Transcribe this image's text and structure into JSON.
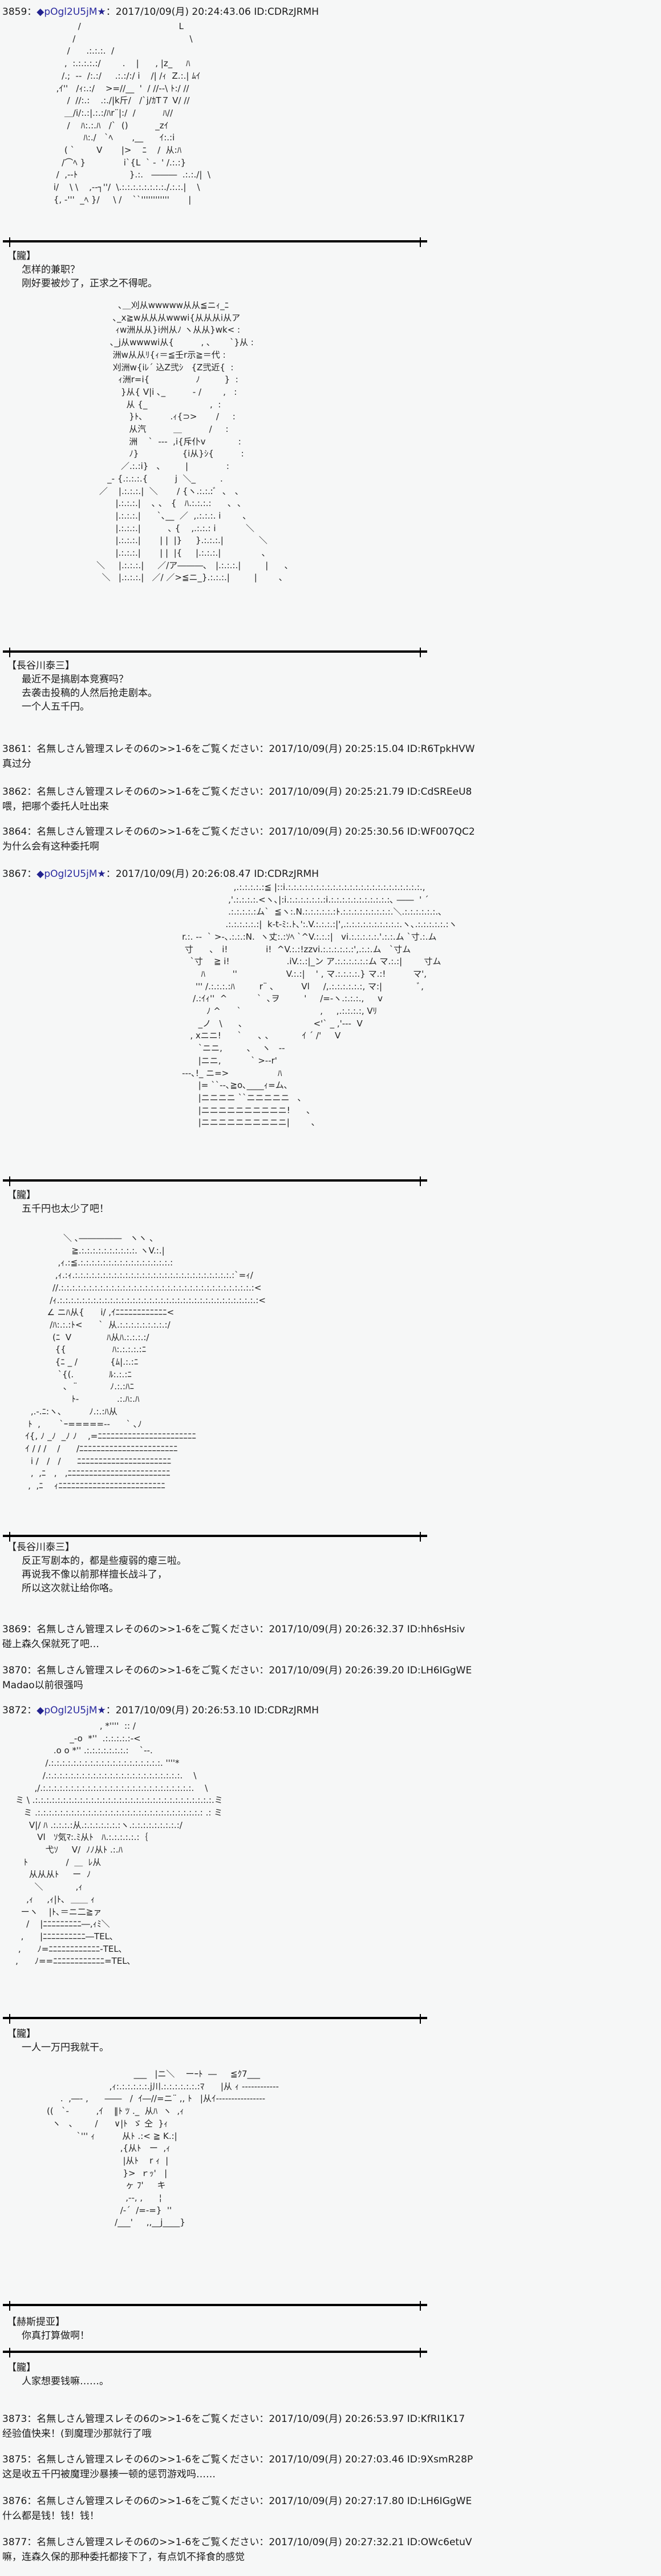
{
  "colors": {
    "background": "#f6f7f7",
    "trip": "#2b2ba0",
    "separator": "#000000"
  },
  "posts": [
    {
      "num": "3859",
      "sep": "：",
      "trip_mark": "◆",
      "trip": "pOgl2U5jM",
      "star": "★",
      "sep2": "：",
      "date": "2017/10/09(月) 20:24:43.06 ID:CDRzJRMH"
    },
    {
      "num": "3861",
      "name": "：名無しさん管理スレその6の>>1-6をご覧ください：",
      "date": "2017/10/09(月) 20:25:15.04 ID:R6TpkHVW",
      "body": "真过分"
    },
    {
      "num": "3862",
      "name": "：名無しさん管理スレその6の>>1-6をご覧ください：",
      "date": "2017/10/09(月) 20:25:21.79 ID:CdSREeU8",
      "body": "喂，把哪个委托人吐出来"
    },
    {
      "num": "3864",
      "name": "：名無しさん管理スレその6の>>1-6をご覧ください：",
      "date": "2017/10/09(月) 20:25:30.56 ID:WF007QC2",
      "body": "为什么会有这种委托啊"
    },
    {
      "num": "3867",
      "sep": "：",
      "trip_mark": "◆",
      "trip": "pOgl2U5jM",
      "star": "★",
      "sep2": "：",
      "date": "2017/10/09(月) 20:26:08.47 ID:CDRzJRMH"
    },
    {
      "num": "3869",
      "name": "：名無しさん管理スレその6の>>1-6をご覧ください：",
      "date": "2017/10/09(月) 20:26:32.37 ID:hh6sHsiv",
      "body": "碰上森久保就死了吧…"
    },
    {
      "num": "3870",
      "name": "：名無しさん管理スレその6の>>1-6をご覧ください：",
      "date": "2017/10/09(月) 20:26:39.20 ID:LH6IGgWE",
      "body": "Madao以前很强吗"
    },
    {
      "num": "3872",
      "sep": "：",
      "trip_mark": "◆",
      "trip": "pOgl2U5jM",
      "star": "★",
      "sep2": "：",
      "date": "2017/10/09(月) 20:26:53.10 ID:CDRzJRMH"
    },
    {
      "num": "3873",
      "name": "：名無しさん管理スレその6の>>1-6をご覧ください：",
      "date": "2017/10/09(月) 20:26:53.97 ID:KfRI1K17",
      "body": "经验值快来！(到魔理沙那就行了哦"
    },
    {
      "num": "3875",
      "name": "：名無しさん管理スレその6の>>1-6をご覧ください：",
      "date": "2017/10/09(月) 20:27:03.46 ID:9XsmR28P",
      "body": "这是收五千円被魔理沙暴揍一顿的惩罚游戏吗……"
    },
    {
      "num": "3876",
      "name": "：名無しさん管理スレその6の>>1-6をご覧ください：",
      "date": "2017/10/09(月) 20:27:17.80 ID:LH6IGgWE",
      "body": "什么都是钱！钱！钱！"
    },
    {
      "num": "3877",
      "name": "：名無しさん管理スレその6の>>1-6をご覧ください：",
      "date": "2017/10/09(月) 20:27:32.21 ID:OWc6etuV",
      "body": "嘛，连森久保的那种委托都接下了，有点饥不择食的感觉"
    }
  ],
  "dialogues": [
    {
      "speaker": "【朧】",
      "lines": [
        "怎样的兼职？",
        "刚好要被炒了，正求之不得呢。"
      ]
    },
    {
      "speaker": "【長谷川泰三】",
      "lines": [
        "最近不是搞剧本竞赛吗？",
        "去袭击投稿的人然后抢走剧本。",
        "一个人五千円。"
      ]
    },
    {
      "speaker": "【朧】",
      "lines": [
        "五千円也太少了吧！"
      ]
    },
    {
      "speaker": "【長谷川泰三】",
      "lines": [
        "反正写剧本的，都是些瘦弱的瘪三啦。",
        "再说我不像以前那样擅长战斗了，",
        "所以这次就让给你咯。"
      ]
    },
    {
      "speaker": "【朧】",
      "lines": [
        "一人一万円我就干。"
      ]
    },
    {
      "speaker": "【赫斯提亚】",
      "lines": [
        "你真打算做啊！"
      ]
    },
    {
      "speaker": "【朧】",
      "lines": [
        "人家想要钱嘛……。"
      ]
    }
  ],
  "art": [
    "              /                                    L\n            /                                          \\\n          /      .:.:.:.  /\n         ,  :.:.:.:.:/        .    |      , |z_     ﾊ\n        /.;  --  /:.:/     .:.:/:/ i    /| /ｨ  Z.:.| ﾑｲ\n      ,ｲ''   /ｨ:.:/    >=//__  '  / //--\\ ﾄ:/ //\n          /  //:.:    .:./|k斤/   /`j/ｶT７ V/ //\n         ＿/i/:.:|.:.:/ﾊr¨|:/  /          ﾊ//\n          /    ﾊ:.:.ﾊ   /`  ()          _zｲ\n                ﾊ:./   `ﾍ       ,__      ｲ:.:i\n         ( `        V       |>    ﾆ    /  从:ﾊ\n        /⌒ﾍ }              i`{L  ` -  ' /.:.:}\n      /  ,--ﾄ                   }.:.   ―――  .:.:./|  \\\n     i/    \\ \\    ,--┐''/  \\.:.:.:.:.:.:.:.:./.:.:.|    \\\n     {, -'''  _ﾍ }/     \\ /    ``''''''''''''       |",
    "            ､＿刈从wwwww从从≦ニｨ_ﾆ\n          ､_x≧w从从从wwwi{从从从i从ア\n           ｨw洲从从}i州从ﾉ ヽ从从}wk< :\n         ､_j从wwwwi从{          , ､       `}从 :\n          洲w从从ﾘ{ｨ＝≦壬r示≧＝代 :\n          刈洲w{iﾚ´ 込Z弐ｼ   {Z弐近{  :\n            ｨ洲r=i{                 ﾉ         }  :\n             }从{ V|i ､_          - /        ,   :\n               从 {_                       ,  :\n                }ﾄ､          .ｨ{⊃>       /     :\n                从汽          ＿          /     :\n                洲    `  ---  ,i{斥仆v            :\n                ﾉ}                {i从}ｼ{          :\n             ／.:.:i}   ､         |              :\n        _- {.:.:.:.{          j  ＼_         .\n     ／    |.:.:.:.|  ＼       / {ヽ.:.:.:ﾞ  ､   ､\n           |.:.:.:.|    ､ ､   {   ﾊ.:.:.:.:      ､  ､\n           |.:.:.:.|      `､__  ／  ,.:.:.:. i        ､\n           |.:.:.:.|          ､ {    ,.:.:.: i           ＼\n           |.:.:.:.|       | |  |}     }.:.:.:.|             ＼\n           |.:.:.:.|       | |  |{     |.:.:.:.|               ､\n    ＼     |.:.:.:.|     ／/ア―――､   |.:.:.:.|         |      ､\n      ＼   |.:.:.:.|   ／/ ／>≦ニ_}.:.:.:.|         |        ､",
    "                       ,.:.:.:.:.:≦ |::i.:.:.:.:.:.:.:.:.:.:.:.:.:.:.:.:.:.:.:.:.:.:.:.:.,\n                     ,'.:.:.:.:.<ヽ､|:i.:.:.:.:.:.:.:i.:.:.:.:.:.:.:.:.:.:.:､ ――  ' ´\n                     .:.:.:.:.:ム`  ≦ヽ:.N.:.:.:.:.:.:ﾄ.:.:.:.:.:.:.:.:.:.＼.:.:.:.:.:.:.､\n                    .:.:.:.:.:.:|  k-t-ﾐ:.ﾄ､':.V.:.:.:.:|',.:.:.:.:.:.:.:.:.:.:.ヽ､.:.:.:.:.:.:ヽ\n    r.:. --  ` >-､.:.:.:N.  ヽ丈:.:ｿﾍ `^V.:.:.:|   vi.:.:.:.:.:.'.:.:.ム `寸.:.ム\n     寸      ､   i!              i!  ^V.:.:!zzvi.:.:.:.:.:.:',.:.:.ム   `寸ム\n       `寸    ≧ i!                     .iV.:.:|_ン ア.:.:.:.:.:.:ム マ.:.:|        寸ム\n           ﾊ          ''                  V.:.:|    ' , マ.:.:.:.:.} マ.:!          マ',\n         ''' /.:.:.:.:ﾊ         r¨ ､          Vl     /,.:.:.:.:.:.:, マ:|             ﾞ,\n        /.:ｲｨ''  ^           `  ､ヲ         '     /=-ヽ.:.:.:.,     v\n             ﾉ ^      `                             ,     ,.:.:.:.:, Vﾘ\n          _ノ   \\      ､                          <'` _ ,'---  V\n       , xニニ!      `      ､ ､            ｲ ´ /'     V\n          `ニニ,         ､    ヽ   --\n          |ニニ,           ` >--r'\n    ---､!_ ニ=>                  ﾊ\n          |= ``--､≧o､____ｨ=ム､\n          |ニニニニ ``ニニニニニ   ､\n          |ニニニニニニニニニニ!      ､\n          |ニニニニニニニニニニ|        ､",
    "                 ＼ ､―――――   ヽヽ ､\n                    ≧.:.:.:.:.:.:.:.:.:.:. ヽV.:.|\n               ,ｨ.:≦.:.:.:.:.:.:.:.:.:.:.:.:.:.:.:.:.:\n              ,ｨ.:ｨ.:.:.:.:.:.:.:.:.:.:.:.:.:.:.:.:.:.:.:.:.:.:.:.:.:.:.:.:.:`=ｨ/\n             //.:.:.:.:.:.:.:.:.:.:.:.:.:.:.:.:.:.:.:.:.:.:.:.:.:.:.:.:.:.:.:.:.:.:.:<\n            /ｨ.:.:.:.:.:.:.:.:.:.:.:.:.:.:.:.:.:.:.:.:.:.:.:.:.:.:.:.:.:.:.:.:.:.:.:.:<\n           ∠ ニﾊ从{      i/ ,ｲﾆﾆﾆﾆﾆﾆﾆﾆﾆﾆﾆﾆ<\n            /ﾊ:.:.:ﾄ<      `  从.:.:.:.:.:.:.:.:.:/\n             (ﾆ  V             ﾊ从ﾊ.:.:.:.:/\n              {{                 ﾊ:.:.:.:.:ﾆ\n              {ﾆ _ /            {ﾑ|.:.:ﾆ\n               `{(.             ﾙ:.:.:ﾆ\n                 ､  ¨            ﾉ.:.:ﾊﾆ\n                    ﾄ-              .:.ﾊ:.ﾊ\n     ,.-.ﾆ:ヽ､          ﾉ.:.:ﾊ从\n    ﾄ  ,       `ｰ=====--      ` ､ﾉ\n   ｲ{, ﾉ _ﾉ  _ﾉ ﾉ    ,=ﾆﾆﾆﾆﾆﾆﾆﾆﾆﾆﾆﾆﾆﾆﾆﾆﾆﾆﾆﾆﾆﾆﾆ\n   ｲ / / /    /      /ﾆﾆﾆﾆﾆﾆﾆﾆﾆﾆﾆﾆﾆﾆﾆﾆﾆﾆﾆﾆﾆﾆﾆ\n     i /   /   /      ﾆﾆﾆﾆﾆﾆﾆﾆﾆﾆﾆﾆﾆﾆﾆﾆﾆﾆﾆﾆﾆﾆ\n     ,  ,ﾆ   ,   ,ﾆﾆﾆﾆﾆﾆﾆﾆﾆﾆﾆﾆﾆﾆﾆﾆﾆﾆﾆﾆﾆﾆﾆﾆ\n    ,  ,ﾆ    ｨﾆﾆﾆﾆﾆﾆﾆﾆﾆﾆﾆﾆﾆﾆﾆﾆﾆﾆﾆﾆﾆﾆﾆﾆﾆ",
    "                                   , *''''  :: /\n                        _-o  *''  .:.:.:.:.:-<\n                  .o o *'' .:.:.:.:.:.:.:.:    `--.\n               /.:.:.:.:.:.:.:.:.:.:.:.:.:.:.:.:.:.:.:.:. ''''*\n              /.:.:.:.:.:.:.:.:.:.:.:.:.:.:.:.:.:.:.:.:.:.:.:.:.    \\\n           ,/.:.:.:.:.:.:.:.:.:.:.:.:.:.:.:.:.:.:.:.:.:.:.:.:.:.:.:.    \\\n    ミ \\ .:.:.:.:.:.:.:.:.:.:.:.:.:.:.:.:.:.:.:.:.:.:.:.:.:.:.:.:.:.:.:.:.ミ\n       ミ .:.:.:.:.:.:.:.:.:.:.:.:.:.:.:.:.:.:.:.:.:.:.:.:.:.:.:.:.:.: .: ミ\n         V|/ ﾊ .:.:.:.:从.:.:.:.:.:.:.:ヽ.:.:.:.:.:.:.:.:.:/\n            Vl   ｿ気ﾏ:.ﾐ从ﾄ   ﾊ.:.:.:.:.:.:｛\n               弋ｿ     V/  ﾉﾉ从ﾄ .:.ﾊ\n       ﾄ              /  ＿  ﾚ从\n         从从从ﾄ     ー  ﾉ\n           ＼            ,ｨ\n        ,ｨ     ,ｨ|ﾄ､  ＿＿ ｨ\n      ーヽ    |ﾄ､＝ニ二≧ァ\n        /    |ﾆﾆﾆﾆﾆﾆﾆﾆﾆ―,ｨﾐ＼\n      ,      |ﾆﾆﾆﾆﾆﾆﾆﾆﾆﾆ―TEL､\n     ,      ﾉ=ﾆﾆﾆﾆﾆﾆﾆﾆﾆﾆﾆﾆ-TEL､\n    ,      ﾉ==ﾆﾆﾆﾆﾆﾆﾆﾆﾆﾆﾆﾆ=TEL､",
    "                                             ___   |ニ＼    ーｰﾄ  ―     ≦ｸ7___\n                                    ,ｨ:.:.:.:.:.:.j川.:.:.:.:.:.:.:ﾏ      |从 ｨ ------------\n                  .  ,―- ,      ――   /  ｲ―//=ニ¨ ,, ﾄ   |从ｲ----------------\n             ((   `-          ,ｲ    ‖ﾄ ﾂ ._  从ﾊ  ヽ  ,ｨ\n               ヽ   ､        /      ∨|ﾄ  ゞ 仝  }ｨ\n                        `''' ｨ          从ﾄ .:< ≧ K.:|\n                                        ,{从ﾄ   ー  ,ｨ\n                                         |从ﾄ    r ｨ  |\n                                         }>  ｒｯ'   |\n                                          ヶ ﾌ'     キ\n                                          ,--, ,      ¦\n                                        /‐´  /=-=}  ''\n                                      /___'     ,,__j____}"
  ]
}
